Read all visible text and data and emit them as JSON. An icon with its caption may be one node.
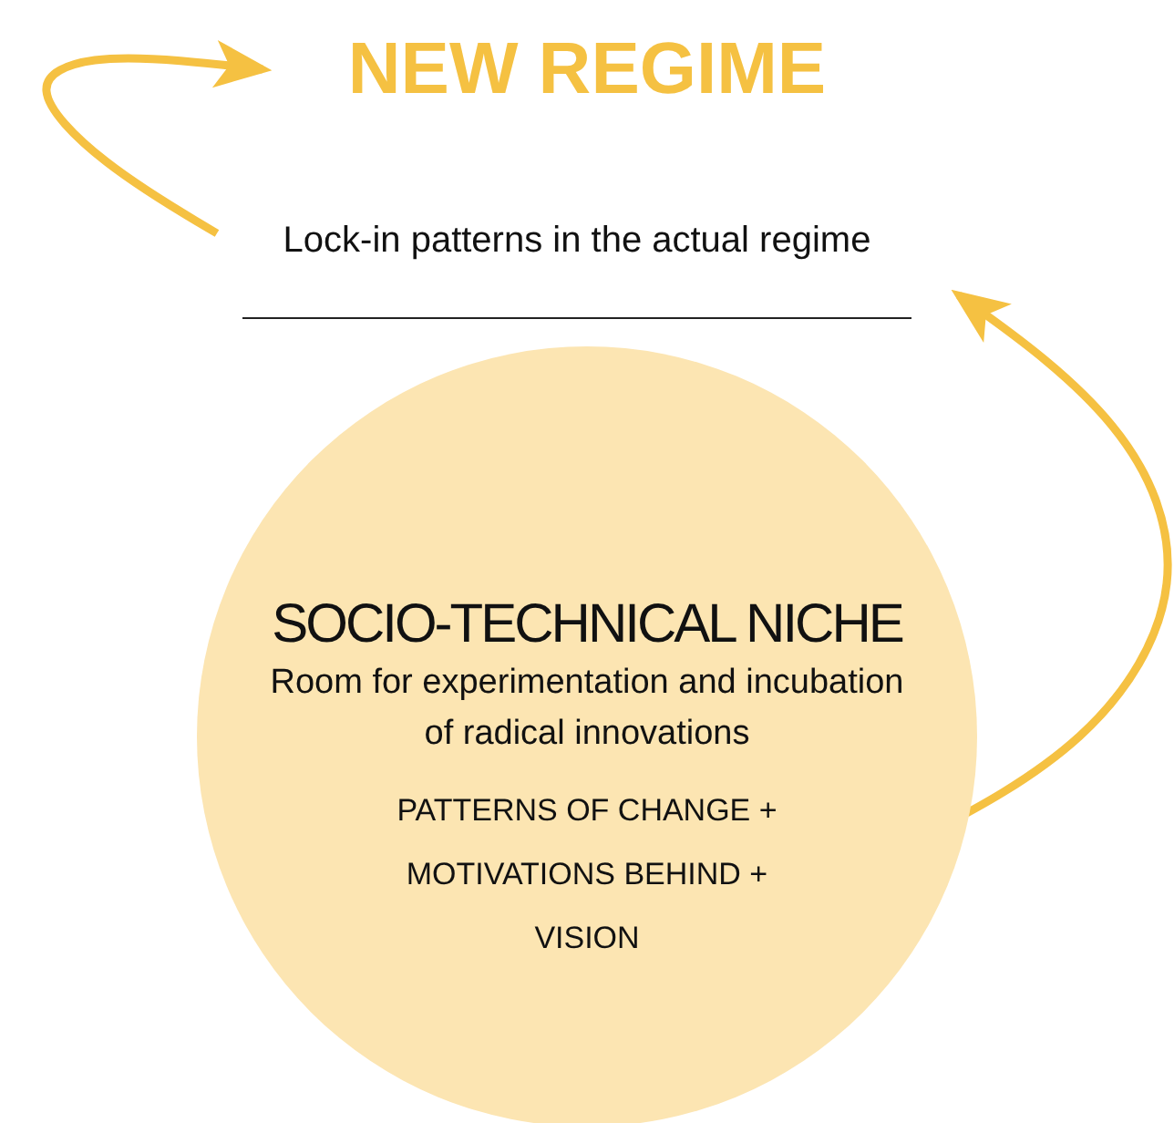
{
  "diagram": {
    "nodes": [
      {
        "text": [
          "NEW REGIME"
        ]
      },
      {
        "text": [
          "Lock-in patterns in the actual regime"
        ]
      },
      {
        "text": [
          "SOCIO-TECHNICAL NICHE",
          "Room for experimentation and incubation of radical innovations",
          "PATTERNS OF CHANGE + MOTIVATIONS BEHIND + VISION"
        ]
      }
    ],
    "edges": [
      {
        "from": 1,
        "to": 0,
        "arrow": "to"
      },
      {
        "from": 2,
        "to": 1,
        "arrow": "to"
      }
    ]
  }
}
